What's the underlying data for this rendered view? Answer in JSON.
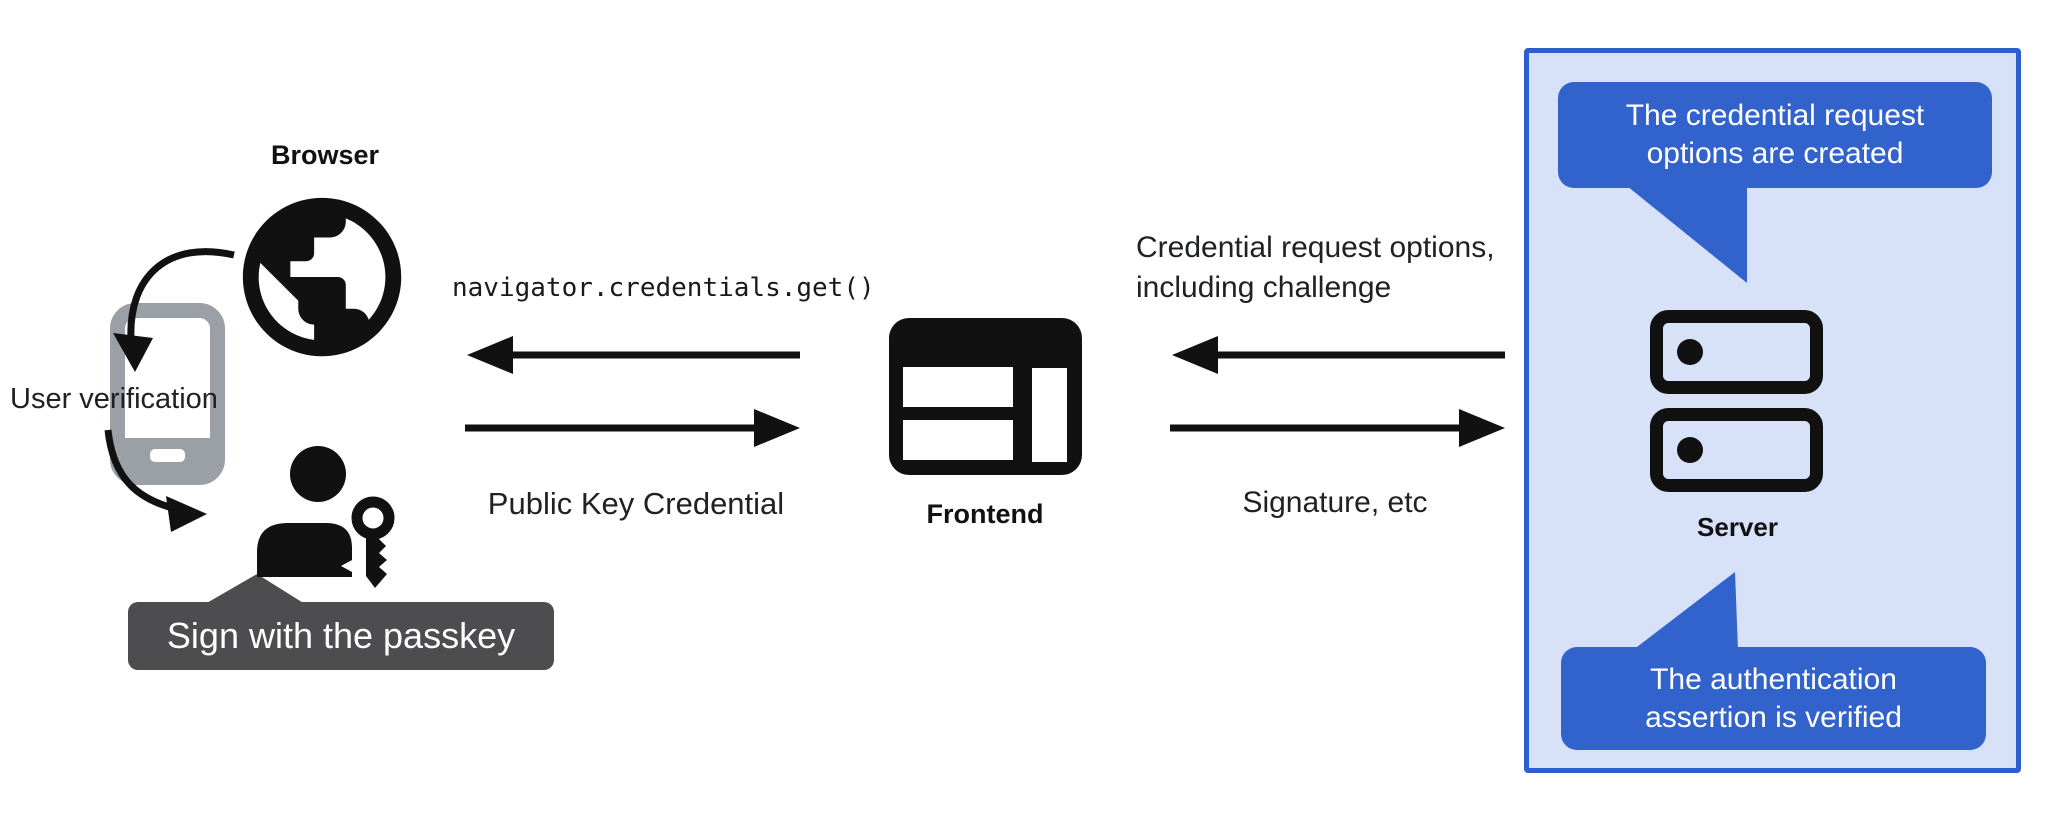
{
  "diagram": {
    "left": {
      "browser_label": "Browser",
      "user_verification_label": "User verification",
      "passkey_tooltip": "Sign with the passkey"
    },
    "middle": {
      "code_text": "navigator.credentials.get()",
      "public_key_label": "Public Key Credential",
      "frontend_label": "Frontend"
    },
    "right": {
      "request_line1": "Credential request options,",
      "request_line2": "including challenge",
      "signature_label": "Signature, etc",
      "server_label": "Server",
      "bubble_top_line1": "The credential request",
      "bubble_top_line2": "options are created",
      "bubble_bottom_line1": "The authentication",
      "bubble_bottom_line2": "assertion is verified"
    },
    "icons": {
      "browser": "globe-icon",
      "phone": "smartphone-icon",
      "user": "person-with-key-icon",
      "frontend": "browser-window-icon",
      "server": "server-rack-icon"
    },
    "colors": {
      "bubble_blue": "#3262CC",
      "box_border_blue": "#2E5ECD",
      "box_fill": "#D7E2F9",
      "phone_gray": "#9AA0A6",
      "tooltip_gray": "#4D4D4F",
      "ink": "#111111",
      "white": "#FFFFFF"
    }
  }
}
